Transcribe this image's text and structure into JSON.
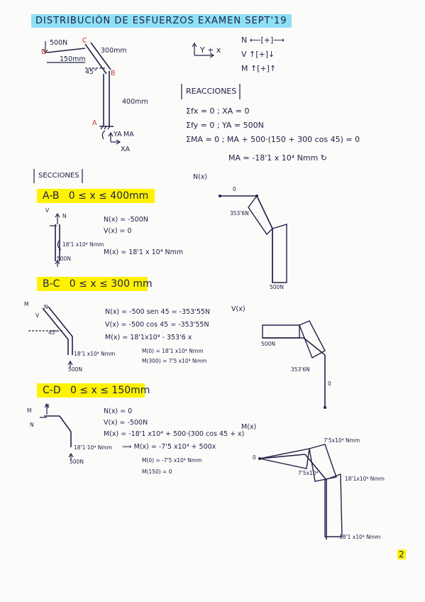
{
  "title": "DISTRIBUCIÓN DE ESFUERZOS EXAMEN SEPT'19",
  "colors": {
    "title_bg": "#8ee0f4",
    "highlight": "#fff200",
    "ink": "#20224a"
  },
  "figure": {
    "labels": {
      "load": "500N",
      "C": "C",
      "D": "D",
      "B": "B",
      "A": "A",
      "dim_cd": "150mm",
      "dim_cb": "300mm",
      "angle": "45°",
      "dim_ba": "400mm",
      "ya": "YA",
      "ma": "MA",
      "xa": "XA"
    }
  },
  "conventions": {
    "axes": "Y + x",
    "n_rule": "N ⟵[+]⟶",
    "v_rule": "V ↑[+]↓",
    "m_rule": "M ↑[+]↑"
  },
  "reactions": {
    "heading": "REACCIONES",
    "lines": [
      "Σfx = 0 ; XA = 0",
      "Σfy = 0 ; YA = 500N",
      "ΣMA = 0 ; MA + 500·(150 + 300 cos 45) = 0",
      "MA = -18'1 x 10⁴ Nmm ↻"
    ]
  },
  "sections_heading": "SECCIONES",
  "sections": [
    {
      "name": "A-B",
      "range": "0 ≤ x ≤ 400mm",
      "fbd_labels": [
        "N",
        "V",
        "18'1 x10⁴ Nmm",
        "500N"
      ],
      "equations": [
        "N(x) = -500N",
        "V(x) = 0",
        "M(x) = 18'1 x 10⁴ Nmm"
      ]
    },
    {
      "name": "B-C",
      "range": "0 ≤ x ≤ 300 mm",
      "fbd_labels": [
        "M",
        "N",
        "V",
        "45°",
        "18'1 x10⁴ Nmm",
        "500N"
      ],
      "equations": [
        "N(x) = -500 sen 45 = -353'55N",
        "V(x) = -500 cos 45 = -353'55N",
        "M(x) = 18'1x10⁴ - 353'6 x"
      ],
      "sub": [
        "M(0) = 18'1 x10⁴ Nmm",
        "M(300) = 7'5 x10⁴ Nmm"
      ]
    },
    {
      "name": "C-D",
      "range": "0 ≤ x ≤ 150mm",
      "fbd_labels": [
        "M",
        "V",
        "N",
        "18'1·10⁴ Nmm",
        "500N"
      ],
      "equations": [
        "N(x) = 0",
        "V(x) = -500N",
        "M(x) = -18'1 x10⁴ + 500·(300 cos 45 + x)",
        "⟹ M(x) = -7'5 x10⁴ + 500x"
      ],
      "sub": [
        "M(0) = -7'5 x10⁴ Nmm",
        "M(150) = 0"
      ]
    }
  ],
  "diagrams": {
    "n": {
      "label": "N(x)",
      "vals": [
        "0",
        "353'6N",
        "500N"
      ]
    },
    "v": {
      "label": "V(x)",
      "vals": [
        "500N",
        "353'6N",
        "0"
      ]
    },
    "m": {
      "label": "M(x)",
      "vals": [
        "0",
        "7'5x10⁴ Nmm",
        "7'5x10⁴",
        "18'1x10⁴ Nmm",
        "18'1 x10⁴ Nmm"
      ]
    }
  },
  "page_number": "2"
}
